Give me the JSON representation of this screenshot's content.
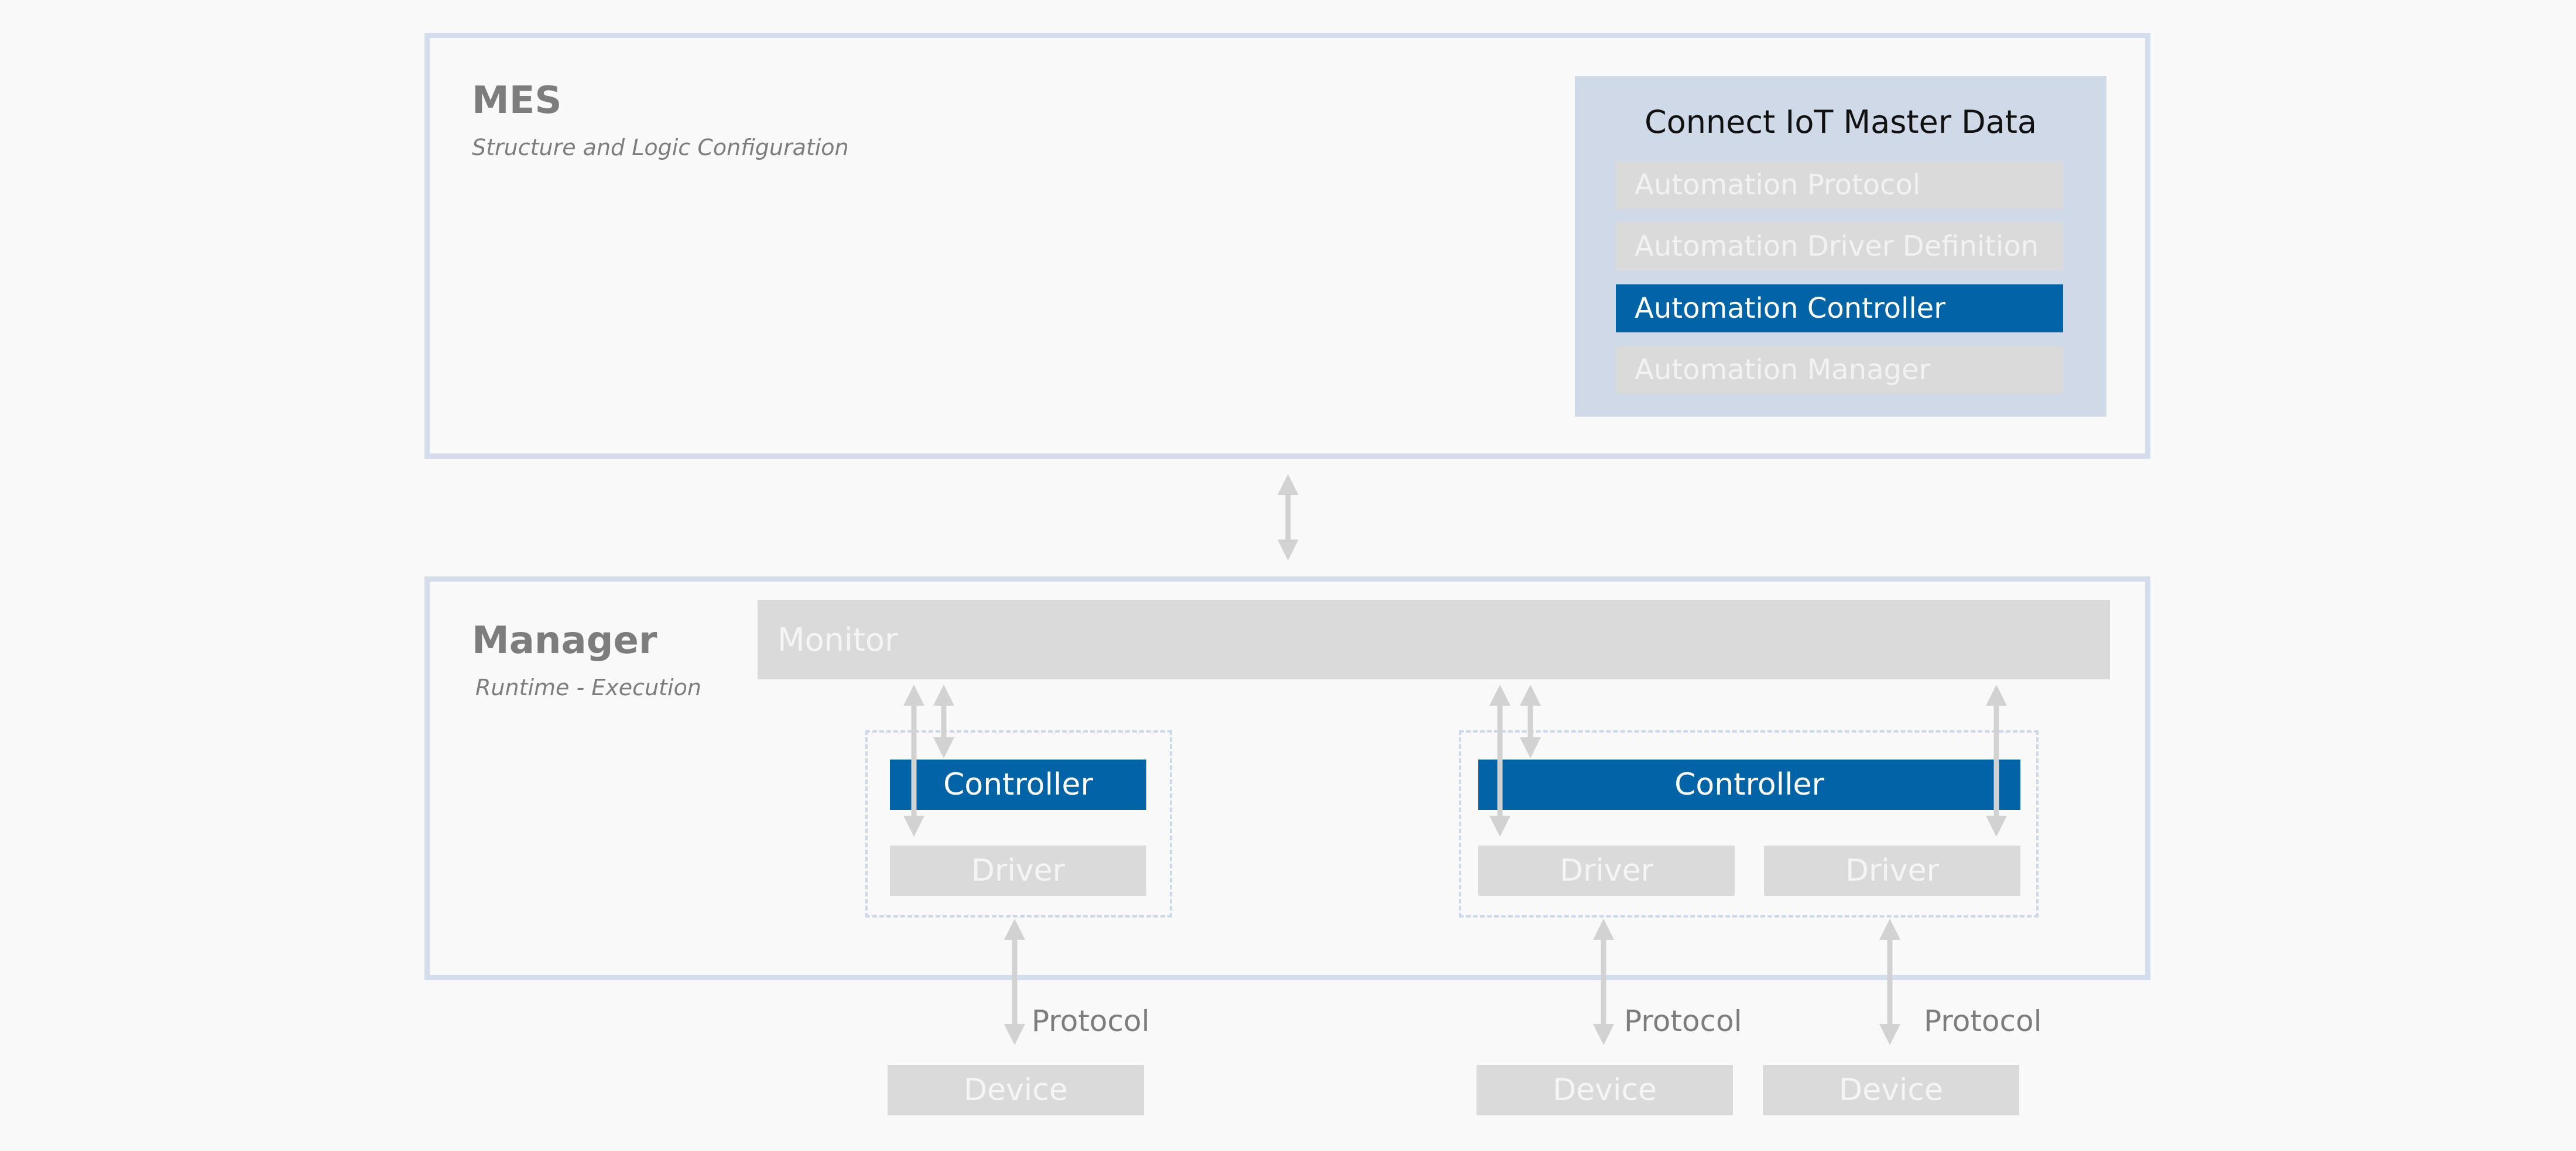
{
  "mes": {
    "title": "MES",
    "subtitle": "Structure and Logic Configuration",
    "master_data": {
      "title": "Connect IoT Master Data",
      "items": [
        {
          "label": "Automation Protocol",
          "active": false
        },
        {
          "label": "Automation Driver Definition",
          "active": false
        },
        {
          "label": "Automation Controller",
          "active": true
        },
        {
          "label": "Automation Manager",
          "active": false
        }
      ]
    }
  },
  "manager": {
    "title": "Manager",
    "subtitle": "Runtime - Execution",
    "monitor_label": "Monitor",
    "group_a": {
      "controller_label": "Controller",
      "driver_label": "Driver"
    },
    "group_b": {
      "controller_label": "Controller",
      "driver_labels": [
        "Driver",
        "Driver"
      ]
    }
  },
  "protocol_labels": [
    "Protocol",
    "Protocol",
    "Protocol"
  ],
  "device_labels": [
    "Device",
    "Device",
    "Device"
  ],
  "colors": {
    "panel_border": "#d3ddec",
    "master_data_bg": "#cfd9e8",
    "accent_blue": "#0264a6",
    "block_gray": "#dadada",
    "arrow_gray": "#d2d2d2"
  }
}
